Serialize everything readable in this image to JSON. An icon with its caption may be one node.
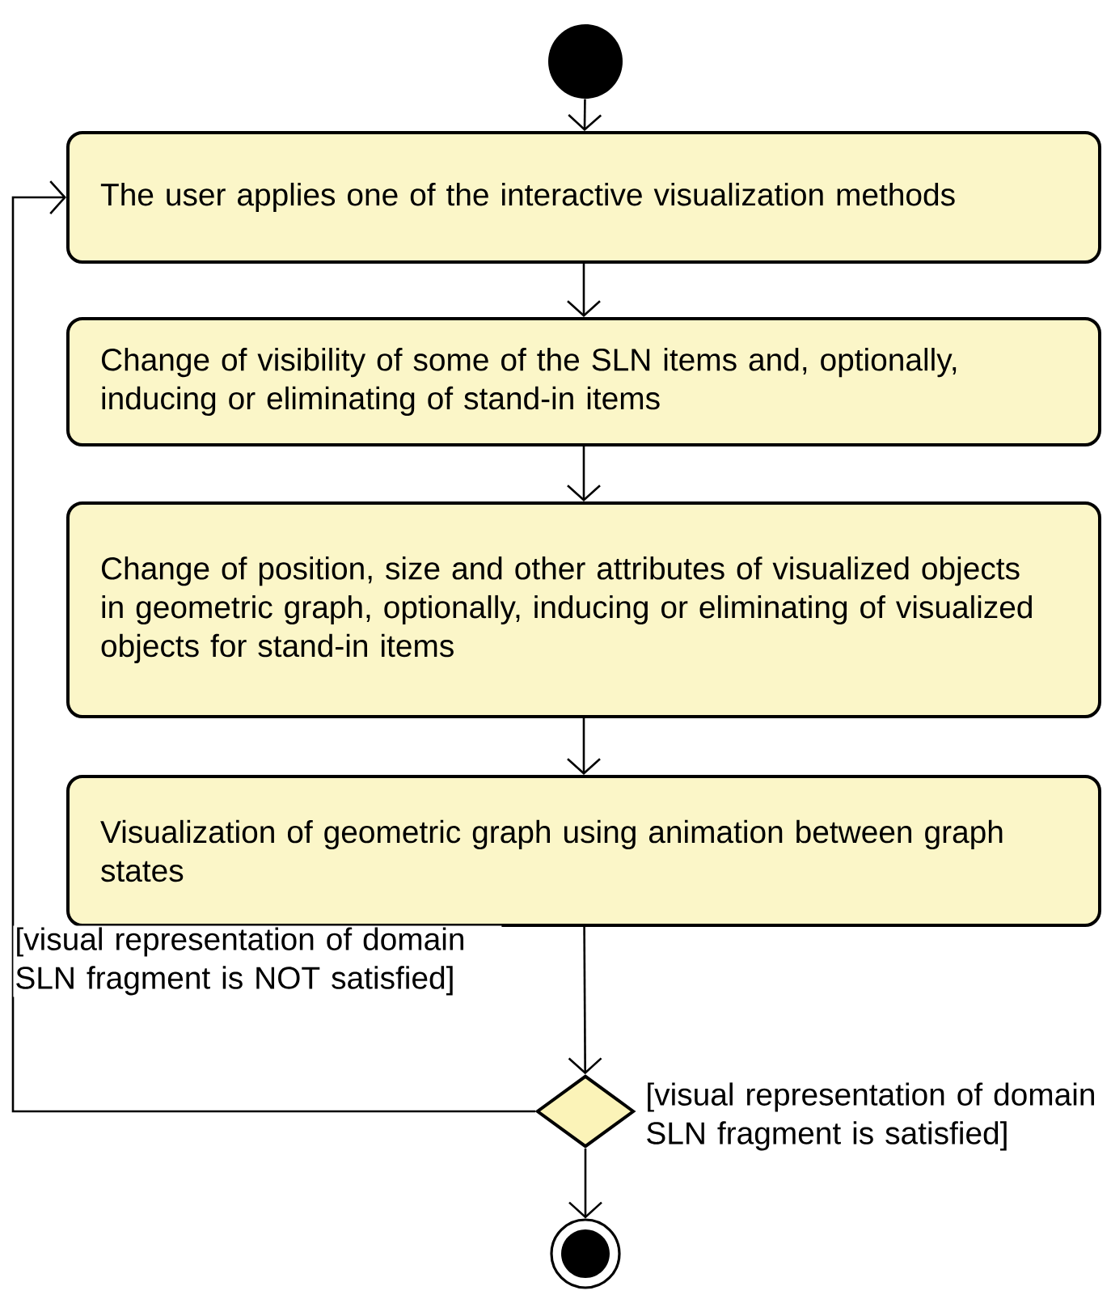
{
  "diagram": {
    "nodes": [
      {
        "text": [],
        "shape": "circle"
      },
      {
        "text": [
          "The user applies one of the interactive visualization methods"
        ]
      },
      {
        "text": [
          "Change of visibility of some of the SLN items and, optionally, inducing or eliminating of stand-in items"
        ]
      },
      {
        "text": [
          "Change of position, size and other attributes of visualized objects in geometric graph, optionally, inducing or eliminating of visualized objects for stand-in items"
        ]
      },
      {
        "text": [
          "Visualization of geometric graph using animation between graph states"
        ]
      },
      {
        "text": [],
        "shape": "diamond"
      },
      {
        "text": [],
        "shape": "circle"
      }
    ],
    "edges": [
      {
        "from": 0,
        "to": 1,
        "arrow": "to"
      },
      {
        "from": 1,
        "to": 2,
        "arrow": "to"
      },
      {
        "from": 2,
        "to": 3,
        "arrow": "to"
      },
      {
        "from": 3,
        "to": 4,
        "arrow": "to"
      },
      {
        "from": 4,
        "to": 5,
        "arrow": "to"
      },
      {
        "from": 5,
        "to": 1,
        "arrow": "to",
        "label": "[visual representation of domain SLN fragment is NOT satisfied]"
      },
      {
        "from": 5,
        "to": 6,
        "arrow": "to",
        "label": "[visual representation of domain SLN fragment is satisfied]"
      }
    ]
  }
}
